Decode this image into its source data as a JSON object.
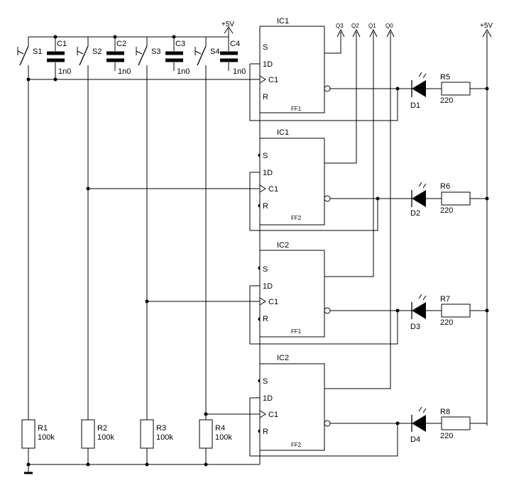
{
  "supply": {
    "label": "+5V"
  },
  "switches": [
    "S1",
    "S2",
    "S3",
    "S4"
  ],
  "capacitors": [
    {
      "name": "C1",
      "value": "1n0"
    },
    {
      "name": "C2",
      "value": "1n0"
    },
    {
      "name": "C3",
      "value": "1n0"
    },
    {
      "name": "C4",
      "value": "1n0"
    }
  ],
  "resistors_pulldown": [
    {
      "name": "R1",
      "value": "100k"
    },
    {
      "name": "R2",
      "value": "100k"
    },
    {
      "name": "R3",
      "value": "100k"
    },
    {
      "name": "R4",
      "value": "100k"
    }
  ],
  "resistors_led": [
    {
      "name": "R5",
      "value": "220"
    },
    {
      "name": "R6",
      "value": "220"
    },
    {
      "name": "R7",
      "value": "220"
    },
    {
      "name": "R8",
      "value": "220"
    }
  ],
  "leds": [
    "D1",
    "D2",
    "D3",
    "D4"
  ],
  "outputs": [
    "Q3",
    "Q2",
    "Q1",
    "Q0"
  ],
  "flipflops": [
    {
      "ic": "IC1",
      "name": "FF1"
    },
    {
      "ic": "IC1",
      "name": "FF2"
    },
    {
      "ic": "IC2",
      "name": "FF1"
    },
    {
      "ic": "IC2",
      "name": "FF2"
    }
  ],
  "pins": {
    "set": "S",
    "data": "1D",
    "clock": "C1",
    "reset": "R"
  }
}
